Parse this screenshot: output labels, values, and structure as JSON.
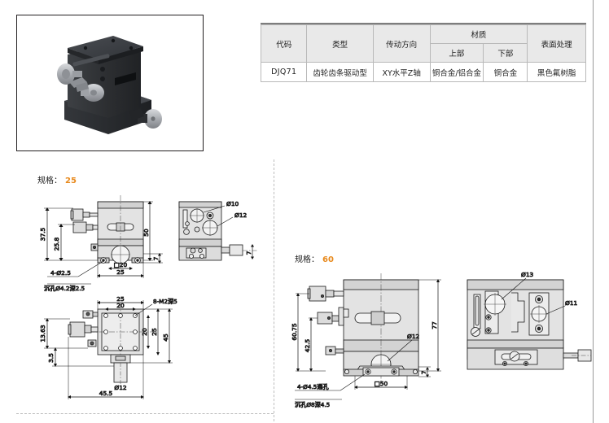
{
  "product_photo": {
    "alt": "黑色氟树脂涂层 XY水平Z轴 齿轮齿条驱动型 位移台",
    "body_color": "#2e3033",
    "top_plate_color": "#3a3d41",
    "knob_color": "#b9bcc0"
  },
  "spec_table": {
    "headers": {
      "code": "代码",
      "type": "类型",
      "drive_direction": "传动方向",
      "material": "材质",
      "material_upper": "上部",
      "material_lower": "下部",
      "surface": "表面处理"
    },
    "row": {
      "code": "DJQ71",
      "type": "齿轮齿条驱动型",
      "drive_direction": "XY水平Z轴",
      "material_upper": "铜合金/铝合金",
      "material_lower": "铜合金",
      "surface": "黑色氟树脂"
    },
    "code_color": "#e8891c",
    "header_bg": "#e9e9e9"
  },
  "sections": [
    {
      "label": "规格：",
      "value": "25"
    },
    {
      "label": "规格：",
      "value": "60"
    }
  ],
  "drawing_25": {
    "front_view": {
      "dims": [
        "37.5",
        "25.8",
        "50",
        "7",
        "25",
        "□20"
      ],
      "notes": [
        "4-Ø2.5",
        "沉孔Ø4.2深2.5"
      ]
    },
    "side_view": {
      "dims": [
        "Ø10",
        "Ø12",
        "7"
      ]
    },
    "top_view": {
      "dims": [
        "25",
        "20",
        "20",
        "25",
        "45",
        "45.5",
        "13.63",
        "3.5",
        "Ø12"
      ],
      "notes": [
        "8-M2深5"
      ]
    }
  },
  "drawing_60": {
    "front_view": {
      "dims": [
        "60.75",
        "42.5",
        "77",
        "7",
        "Ø12",
        "□50"
      ],
      "notes": [
        "4-Ø4.5通孔",
        "沉孔Ø8深4.5"
      ]
    },
    "side_view": {
      "dims": [
        "Ø13",
        "Ø11"
      ]
    }
  }
}
